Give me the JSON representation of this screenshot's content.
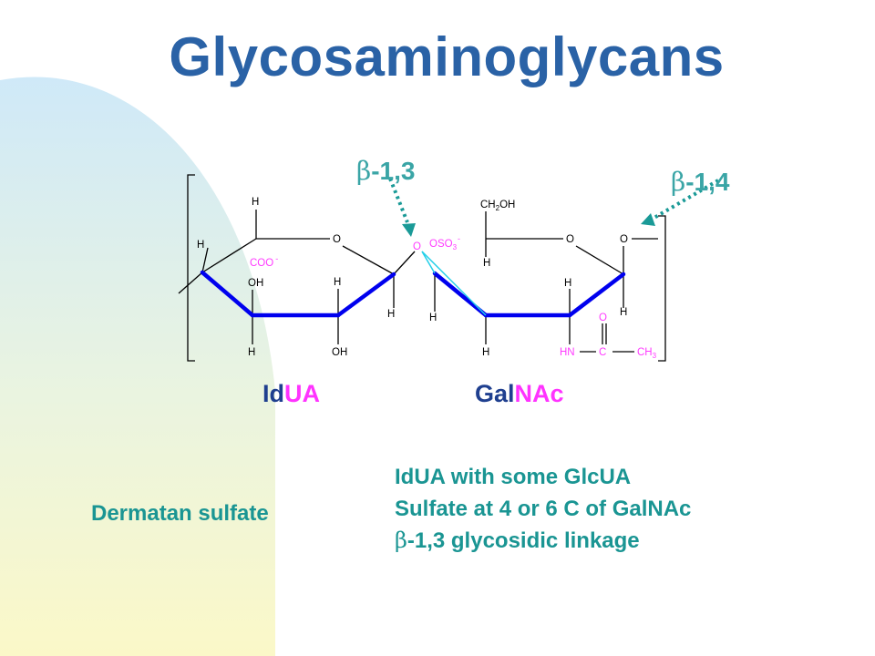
{
  "slide": {
    "title": "Glycosaminoglycans"
  },
  "linkages": {
    "left": {
      "symbol": "β",
      "text": "-1,3"
    },
    "right": {
      "symbol": "β",
      "text": "-1,4"
    }
  },
  "units": {
    "first": {
      "part1": "Id",
      "part2": "UA"
    },
    "second": {
      "part1": "Gal",
      "part2": "NAc"
    }
  },
  "structure": {
    "ring1": {
      "H_top": "H",
      "H_left": "H",
      "ring_O": "O",
      "COO": "COO",
      "COO_charge": "-",
      "OH_mid": "OH",
      "H_mid": "H",
      "H_c1": "H",
      "H_bottom_left": "H",
      "OH_bottom": "OH"
    },
    "bridge_O": "O",
    "ring2": {
      "CH2OH_main": "CH",
      "CH2OH_sub": "2",
      "CH2OH_end": "OH",
      "OSO3_main": "OSO",
      "OSO3_sub": "3",
      "OSO3_charge": "-",
      "ring_O": "O",
      "H_c4a": "H",
      "H_c4b": "H",
      "H_c3": "H",
      "H_c2": "H",
      "H_c1": "H",
      "O_right": "O",
      "HN": "HN",
      "C": "C",
      "O_carbonyl": "O",
      "CH3_main": "CH",
      "CH3_sub": "3"
    }
  },
  "description": {
    "name": "Dermatan sulfate",
    "line1": "IdUA with some GlcUA",
    "line2": "Sulfate at 4 or 6 C of GalNAc",
    "line3_symbol": "β",
    "line3_text": "-1,3 glycosidic linkage"
  },
  "colors": {
    "title": "#2a62a6",
    "teal": "#1a9593",
    "linkage": "#3aa5a6",
    "magenta": "#ff33ff",
    "navy": "#1f3f8f",
    "bond": "#0000ee"
  }
}
